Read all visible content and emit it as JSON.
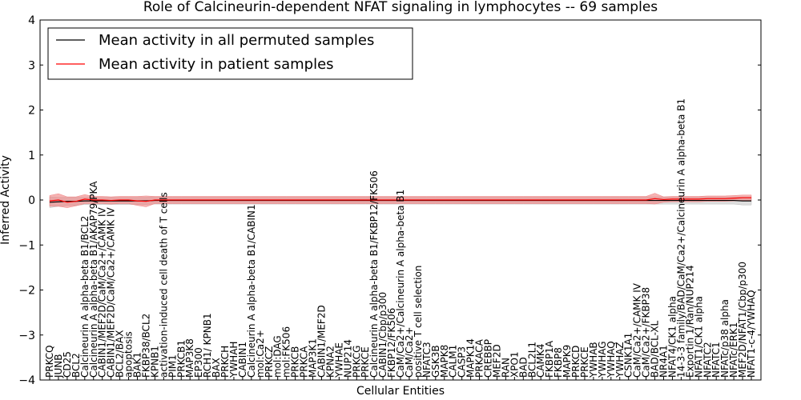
{
  "chart_data": {
    "type": "line",
    "title": "Role of Calcineurin-dependent NFAT signaling in lymphocytes -- 69 samples",
    "xlabel": "Cellular Entities",
    "ylabel": "Inferred Activity",
    "ylim": [
      -4,
      4
    ],
    "yticks": [
      4,
      3,
      2,
      1,
      0,
      -1,
      -2,
      -3,
      -4
    ],
    "yticklabels": [
      "4",
      "3",
      "2",
      "1",
      "0",
      "−1",
      "−2",
      "−3",
      "−4"
    ],
    "legend_position": "top-left",
    "grid": false,
    "categories": [
      "PRKCQ",
      "JUNB",
      "CD25",
      "BCL2",
      "Calcineurin A alpha-beta B1/BCL2",
      "Calcineurin A alpha-beta B1/AKAP79/PKA",
      "CABIN1/MEF2D/CaM/Ca2+/CAMK IV",
      "CABIN1/MEF2D/CaM/Ca2+/CAMK IV",
      "BCL2/BAX",
      "apoptosis",
      "BAK1",
      "FKBP38/BCL2",
      "KPNB1",
      "activation-induced cell death of T cells",
      "PIM1",
      "PRKCB1",
      "MAP3K8",
      "EP300",
      "RCH1/ KPNB1",
      "BAX",
      "PRKCH",
      "YWHAH",
      "CABIN1",
      "Calcineurin A alpha-beta B1/CABIN1",
      "mol:Ca2+",
      "PRKCZ",
      "mol:DAG",
      "mol:FK506",
      "PRKCB",
      "PRKCA",
      "MAP3K1",
      "CABIN1/MEF2D",
      "KPNA2",
      "YWHAE",
      "NUP214",
      "PRKCG",
      "PRKCE",
      "Calcineurin A alpha-beta B1/FKBP12/FK506",
      "CABIN1/Cbp/p300",
      "FKBP12/FK506",
      "CaM/Ca2+/Calcineurin A alpha-beta B1",
      "CaM/Ca2+",
      "positive T cell selection",
      "NFATC3",
      "GSK3B",
      "MAPK8",
      "CALM1",
      "CASP3",
      "MAPK14",
      "PRKACA",
      "CREBBP",
      "MEF2D",
      "RAN",
      "XPO1",
      "BAD",
      "BCL2L1",
      "CAMK4",
      "FKBP1A",
      "FKBP8",
      "MAPK9",
      "PRKCD",
      "PRKCE",
      "YWHAB",
      "YWHAG",
      "YWHAQ",
      "YWHAZ",
      "CSNK1A1",
      "CaM/Ca2+/CAMK IV",
      "CaM/Ca2+/FKBP38",
      "BAD/BCL-XL",
      "NR4A1",
      "NFAT4/CK1 alpha",
      "14-3-3 family/BAD/CaM/Ca2+/Calcineurin A alpha-beta B1",
      "Exportin 1/Ran/NUP214",
      "NFAT1/CK1 alpha",
      "NFATC2",
      "NFATC1",
      "NFATc/p38 alpha",
      "NFATc/ERK1",
      "MEF2D/NFAT1/Cbp/p300",
      "NFAT1-c-4/YWHAQ"
    ],
    "series": [
      {
        "name": "Mean activity in all permuted samples",
        "color": "#000000",
        "values": [
          -0.05,
          -0.04,
          -0.03,
          -0.03,
          -0.02,
          -0.02,
          -0.02,
          -0.02,
          -0.02,
          -0.02,
          -0.02,
          -0.02,
          -0.01,
          -0.01,
          -0.01,
          -0.01,
          -0.01,
          -0.01,
          -0.01,
          -0.01,
          -0.01,
          -0.01,
          -0.01,
          -0.01,
          -0.01,
          -0.01,
          -0.01,
          -0.01,
          -0.01,
          -0.01,
          -0.01,
          -0.01,
          -0.01,
          -0.01,
          -0.01,
          -0.01,
          -0.01,
          -0.01,
          -0.01,
          -0.01,
          -0.01,
          -0.01,
          -0.01,
          -0.01,
          -0.01,
          -0.01,
          -0.01,
          -0.01,
          -0.01,
          -0.01,
          -0.01,
          -0.01,
          -0.01,
          -0.01,
          -0.01,
          -0.01,
          -0.01,
          -0.01,
          -0.01,
          -0.01,
          -0.01,
          -0.01,
          -0.01,
          -0.01,
          -0.01,
          -0.01,
          -0.01,
          -0.01,
          -0.01,
          -0.01,
          -0.01,
          -0.01,
          -0.01,
          -0.01,
          -0.01,
          -0.01,
          -0.01,
          -0.01,
          -0.01,
          -0.02,
          -0.02
        ],
        "band": [
          0.12,
          0.1,
          0.09,
          0.09,
          0.08,
          0.08,
          0.08,
          0.08,
          0.08,
          0.08,
          0.08,
          0.08,
          0.08,
          0.08,
          0.08,
          0.08,
          0.08,
          0.08,
          0.08,
          0.08,
          0.08,
          0.08,
          0.08,
          0.08,
          0.08,
          0.08,
          0.08,
          0.08,
          0.08,
          0.08,
          0.08,
          0.08,
          0.08,
          0.08,
          0.08,
          0.08,
          0.08,
          0.08,
          0.08,
          0.08,
          0.08,
          0.08,
          0.08,
          0.08,
          0.08,
          0.08,
          0.08,
          0.08,
          0.08,
          0.08,
          0.08,
          0.08,
          0.08,
          0.08,
          0.08,
          0.08,
          0.08,
          0.08,
          0.08,
          0.08,
          0.08,
          0.08,
          0.08,
          0.08,
          0.08,
          0.08,
          0.08,
          0.08,
          0.08,
          0.08,
          0.08,
          0.08,
          0.08,
          0.08,
          0.08,
          0.08,
          0.08,
          0.08,
          0.08,
          0.09,
          0.09
        ],
        "band_color": "#bdbdbd"
      },
      {
        "name": "Mean activity in patient samples",
        "color": "#ff0000",
        "values": [
          -0.02,
          0.0,
          -0.05,
          -0.03,
          0.02,
          0.0,
          0.0,
          -0.01,
          0.0,
          0.0,
          -0.02,
          -0.03,
          0.0,
          0.0,
          0.0,
          0.0,
          0.0,
          0.0,
          0.0,
          0.0,
          0.0,
          0.0,
          0.0,
          0.0,
          0.0,
          0.0,
          0.0,
          0.0,
          0.0,
          0.0,
          0.0,
          0.0,
          0.0,
          0.0,
          0.0,
          0.0,
          0.0,
          0.0,
          0.0,
          0.0,
          0.0,
          0.0,
          0.0,
          0.0,
          0.0,
          0.0,
          0.0,
          0.0,
          0.0,
          0.0,
          0.0,
          0.0,
          0.0,
          0.0,
          0.0,
          0.0,
          0.0,
          0.0,
          0.0,
          0.0,
          0.0,
          0.0,
          0.0,
          0.0,
          0.0,
          0.0,
          0.0,
          0.0,
          0.0,
          0.03,
          0.01,
          0.02,
          0.02,
          0.02,
          0.02,
          0.03,
          0.03,
          0.03,
          0.04,
          0.05,
          0.05
        ],
        "band": [
          0.12,
          0.14,
          0.12,
          0.1,
          0.1,
          0.08,
          0.08,
          0.08,
          0.08,
          0.08,
          0.1,
          0.12,
          0.08,
          0.08,
          0.08,
          0.08,
          0.08,
          0.08,
          0.08,
          0.08,
          0.08,
          0.08,
          0.08,
          0.08,
          0.08,
          0.08,
          0.08,
          0.08,
          0.08,
          0.08,
          0.08,
          0.08,
          0.08,
          0.08,
          0.08,
          0.08,
          0.08,
          0.08,
          0.08,
          0.08,
          0.08,
          0.08,
          0.08,
          0.08,
          0.08,
          0.08,
          0.08,
          0.08,
          0.08,
          0.08,
          0.08,
          0.08,
          0.08,
          0.08,
          0.08,
          0.08,
          0.08,
          0.08,
          0.08,
          0.08,
          0.08,
          0.08,
          0.08,
          0.08,
          0.08,
          0.08,
          0.08,
          0.08,
          0.08,
          0.12,
          0.06,
          0.06,
          0.06,
          0.06,
          0.06,
          0.06,
          0.06,
          0.06,
          0.06,
          0.06,
          0.06
        ],
        "band_color": "#f08080"
      }
    ]
  }
}
